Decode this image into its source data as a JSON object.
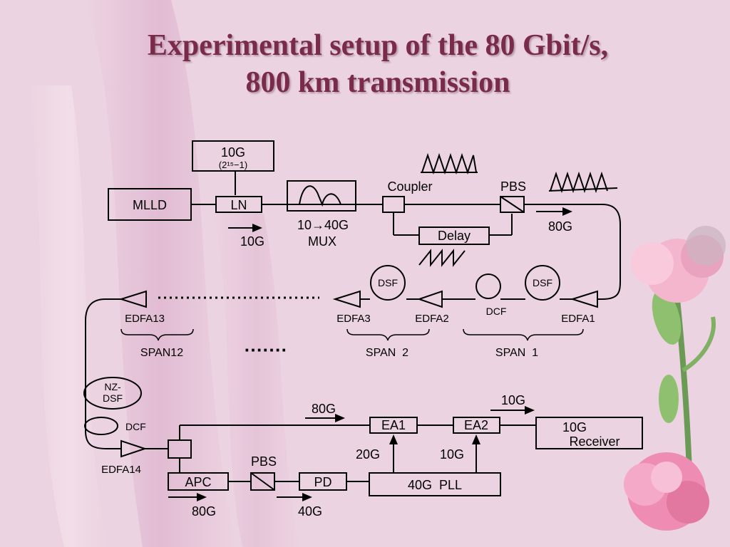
{
  "slide": {
    "title_line1": "Experimental setup of the 80 Gbit/s,",
    "title_line2": "800 km transmission"
  },
  "diagram": {
    "prbs_line1": "10G",
    "prbs_line2": "(2¹⁵−1)",
    "mlld": "MLLD",
    "ln": "LN",
    "rate_10g_in": "10G",
    "mux_rate": "10→40G",
    "mux": "MUX",
    "coupler": "Coupler",
    "delay": "Delay",
    "pbs_tx": "PBS",
    "rate_80g_tx": "80G",
    "dsf_a": "DSF",
    "dsf_b": "DSF",
    "dcf_span": "DCF",
    "edfa1": "EDFA1",
    "edfa2": "EDFA2",
    "edfa3": "EDFA3",
    "edfa13": "EDFA13",
    "span1": "SPAN  1",
    "span2": "SPAN  2",
    "span12": "SPAN12",
    "ellipsis": "·······",
    "nzdsf_line1": "NZ-",
    "nzdsf_line2": "DSF",
    "dcf_rx": "DCF",
    "edfa14": "EDFA14",
    "rate_80g_rx": "80G",
    "ea1": "EA1",
    "ea2": "EA2",
    "rate_10g_out": "10G",
    "receiver_line1": "10G",
    "receiver_line2": "Receiver",
    "rate_20g": "20G",
    "rate_10g_pll": "10G",
    "pbs_rx": "PBS",
    "apc": "APC",
    "pd": "PD",
    "pll": "40G  PLL",
    "rate_80g_bottom": "80G",
    "rate_40g_bottom": "40G"
  },
  "colors": {
    "background": "#ecd3e1",
    "title": "#7a2a4a",
    "line": "#000000"
  }
}
